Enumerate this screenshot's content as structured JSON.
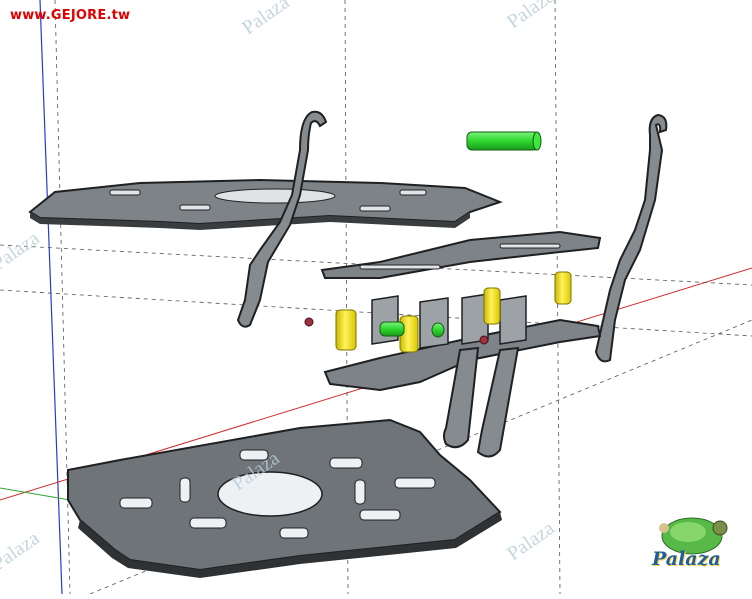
{
  "site_label": "www.GEJORE.tw",
  "watermark_text": "Palaza",
  "logo_text": "Palaza",
  "colors": {
    "site_label": "#e00000",
    "plate_face": "#7e8388",
    "plate_edge": "#3a3d40",
    "standoff_yellow": "#f4e31a",
    "standoff_green": "#2ed62e",
    "screw_red": "#a0303c",
    "axis_red": "#d22a2a",
    "axis_green": "#2fa62f",
    "axis_blue": "#2a3ad2",
    "watermark": "#b7ccd6",
    "logo": "#1f5d9c"
  }
}
